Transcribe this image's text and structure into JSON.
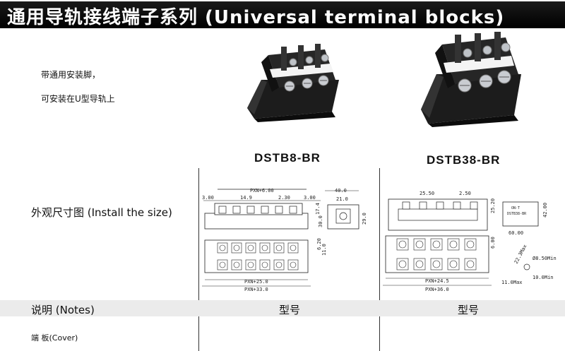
{
  "header": {
    "title": "通用导轨接线端子系列 (Universal terminal blocks)"
  },
  "features": [
    "带通用安装脚，",
    "可安装在U型导轨上"
  ],
  "models": [
    {
      "name": "DSTB8-BR",
      "dims": {
        "pxn_top": "PXN+6.00",
        "left_margin": "3.00",
        "right_margin": "3.00",
        "pitch": "14.9",
        "gap": "2.30",
        "side_width": "40.0",
        "side_inner": "21.0",
        "side_h1": "17.4",
        "side_h2": "29.0",
        "side_h3": "30.0",
        "bottom_h1": "6.20",
        "bottom_h2": "11.0",
        "pxn_bottom1": "PXN+25.0",
        "pxn_bottom2": "PXN+33.0"
      }
    },
    {
      "name": "DSTB38-BR",
      "dims": {
        "pitch1": "25.50",
        "pitch2": "2.50",
        "height1": "25.20",
        "height2": "42.00",
        "side_width": "60.00",
        "max_height": "22.3Max",
        "hole": "Ø8.50Min",
        "hole2": "10.0Min",
        "width_max": "11.0Max",
        "h_right": "6.00",
        "pxn_bottom1": "PXN+24.5",
        "pxn_bottom2": "PXN+36.0",
        "label_line1": "ON-T",
        "label_line2": "DSTB38-BR"
      }
    }
  ],
  "sections": {
    "install_size": "外观尺寸图 (Install the size)",
    "notes": "说明 (Notes)",
    "type_label": "型号",
    "cover": "端  板(Cover)"
  },
  "colors": {
    "header_bg": "#000000",
    "header_text": "#ffffff",
    "notes_band": "#ebebeb",
    "block": "#1c1c1c",
    "line": "#222222"
  }
}
